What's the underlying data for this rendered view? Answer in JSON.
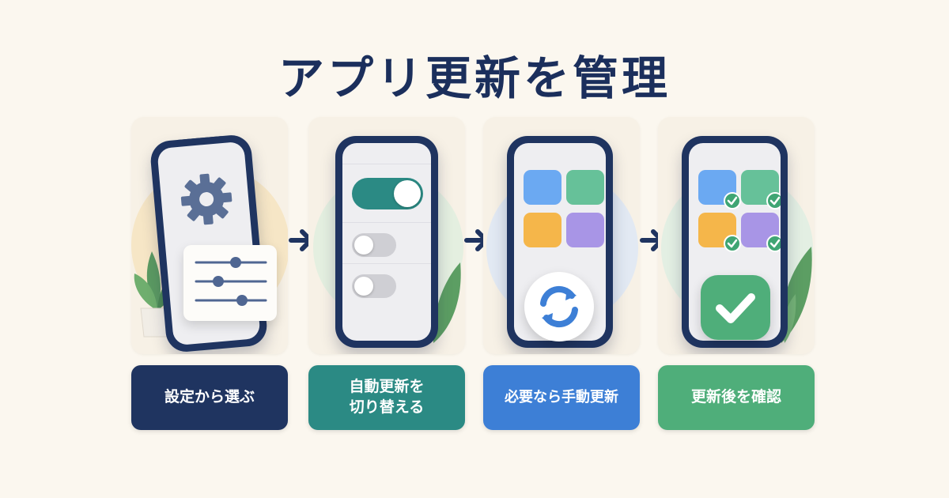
{
  "title": "アプリ更新を管理",
  "colors": {
    "title": "#1b2f5c",
    "step1": "#1f3460",
    "step2": "#2b8a84",
    "step3": "#3d7fd6",
    "step4": "#4fae7a"
  },
  "steps": [
    {
      "label": "設定から選ぶ",
      "icon": "gear-icon"
    },
    {
      "label_line1": "自動更新を",
      "label_line2": "切り替える",
      "icon": "toggle-icon"
    },
    {
      "label": "必要なら手動更新",
      "icon": "refresh-icon"
    },
    {
      "label": "更新後を確認",
      "icon": "checkmark-icon"
    }
  ]
}
